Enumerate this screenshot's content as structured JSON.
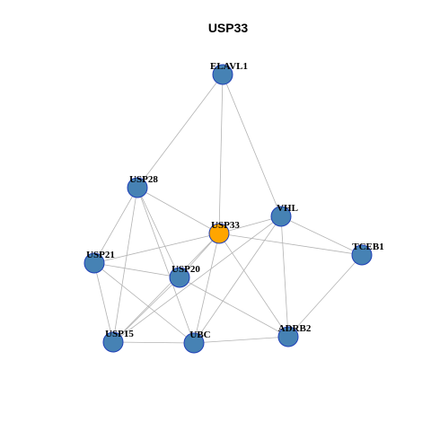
{
  "title": "USP33",
  "colors": {
    "node_fill": "#4682b4",
    "highlight_fill": "#ffa500",
    "node_stroke": "#1f3fb8",
    "edge": "#b3b3b3"
  },
  "nodes": [
    {
      "id": "ELAVL1",
      "label": "ELAVL1",
      "highlight": false
    },
    {
      "id": "USP28",
      "label": "USP28",
      "highlight": false
    },
    {
      "id": "VHL",
      "label": "VHL",
      "highlight": false
    },
    {
      "id": "USP33",
      "label": "USP33",
      "highlight": true
    },
    {
      "id": "TCEB1",
      "label": "TCEB1",
      "highlight": false
    },
    {
      "id": "USP21",
      "label": "USP21",
      "highlight": false
    },
    {
      "id": "USP20",
      "label": "USP20",
      "highlight": false
    },
    {
      "id": "ADRB2",
      "label": "ADRB2",
      "highlight": false
    },
    {
      "id": "USP15",
      "label": "USP15",
      "highlight": false
    },
    {
      "id": "UBC",
      "label": "UBC",
      "highlight": false
    }
  ],
  "edges": [
    [
      "ELAVL1",
      "USP28"
    ],
    [
      "ELAVL1",
      "USP33"
    ],
    [
      "ELAVL1",
      "VHL"
    ],
    [
      "USP28",
      "USP33"
    ],
    [
      "USP28",
      "USP21"
    ],
    [
      "USP28",
      "USP20"
    ],
    [
      "USP28",
      "USP15"
    ],
    [
      "USP28",
      "UBC"
    ],
    [
      "USP33",
      "VHL"
    ],
    [
      "USP33",
      "TCEB1"
    ],
    [
      "USP33",
      "USP21"
    ],
    [
      "USP33",
      "USP20"
    ],
    [
      "USP33",
      "USP15"
    ],
    [
      "USP33",
      "UBC"
    ],
    [
      "USP33",
      "ADRB2"
    ],
    [
      "VHL",
      "TCEB1"
    ],
    [
      "VHL",
      "ADRB2"
    ],
    [
      "VHL",
      "UBC"
    ],
    [
      "VHL",
      "USP15"
    ],
    [
      "TCEB1",
      "ADRB2"
    ],
    [
      "USP21",
      "USP20"
    ],
    [
      "USP21",
      "USP15"
    ],
    [
      "USP21",
      "UBC"
    ],
    [
      "USP20",
      "USP15"
    ],
    [
      "USP20",
      "ADRB2"
    ],
    [
      "USP15",
      "UBC"
    ],
    [
      "UBC",
      "ADRB2"
    ]
  ]
}
